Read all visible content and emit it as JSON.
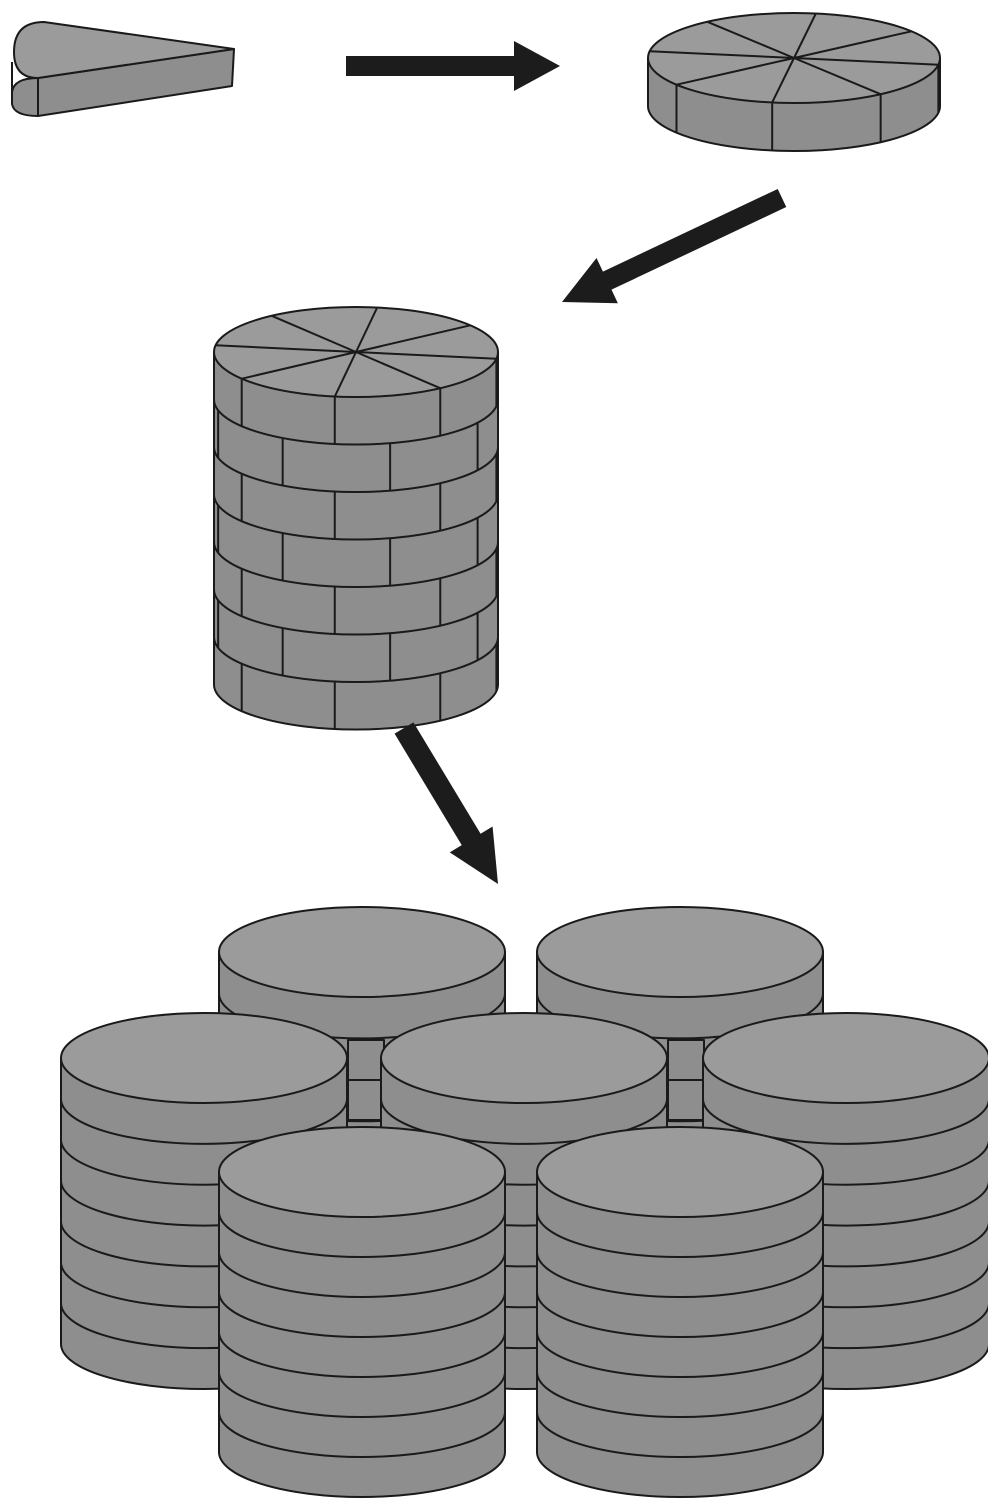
{
  "diagram": {
    "palette": {
      "fill": "#9b9b9b",
      "side_fill": "#8e8e8e",
      "stroke": "#1a1a1a",
      "arrow": "#1c1c1c",
      "background": "#ffffff"
    },
    "stages": [
      {
        "name": "wedge",
        "wedge_count": 1
      },
      {
        "name": "single-layer-ring",
        "wedge_count": 8
      },
      {
        "name": "brick-stack-cylinder",
        "layers": 7
      },
      {
        "name": "cylinder-cluster",
        "cylinders": 7,
        "layers_per_cylinder": 7
      }
    ],
    "arrows": [
      {
        "from": "wedge",
        "to": "single-layer-ring"
      },
      {
        "from": "single-layer-ring",
        "to": "brick-stack-cylinder"
      },
      {
        "from": "brick-stack-cylinder",
        "to": "cylinder-cluster"
      }
    ]
  }
}
